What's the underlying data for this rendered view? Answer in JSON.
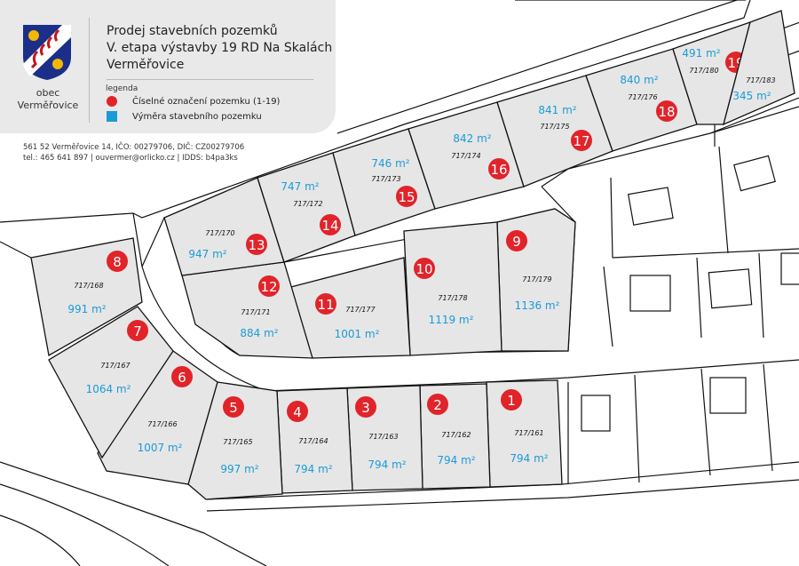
{
  "header": {
    "town_line1": "obec",
    "town_line2": "Verměřovice",
    "title_line1": "Prodej stavebních pozemků",
    "title_line2": "V. etapa výstavby 19 RD Na Skalách",
    "title_line3": "Verměřovice",
    "legend_label": "legenda",
    "legend_items": [
      {
        "label": "Číselné označení pozemku (1-19)",
        "color": "#e0242a"
      },
      {
        "label": "Výměra stavebního pozemku",
        "color": "#1a9bd7"
      }
    ],
    "contact_line1": "561 52 Verměřovice 14, IČO: 00279706, DIČ: CZ00279706",
    "contact_line2": "tel.: 465 641 897 | ouvermer@orlicko.cz  |  IDDS: b4pa3ks"
  },
  "colors": {
    "plot_fill": "#e6e6e6",
    "marker": "#e0242a",
    "area_text": "#1a9bd7"
  },
  "plots": [
    {
      "number": "1",
      "parcel": "717/161",
      "area": "794 m²"
    },
    {
      "number": "2",
      "parcel": "717/162",
      "area": "794 m²"
    },
    {
      "number": "3",
      "parcel": "717/163",
      "area": "794 m²"
    },
    {
      "number": "4",
      "parcel": "717/164",
      "area": "794 m²"
    },
    {
      "number": "5",
      "parcel": "717/165",
      "area": "997 m²"
    },
    {
      "number": "6",
      "parcel": "717/166",
      "area": "1007 m²"
    },
    {
      "number": "7",
      "parcel": "717/167",
      "area": "1064 m²"
    },
    {
      "number": "8",
      "parcel": "717/168",
      "area": "991 m²"
    },
    {
      "number": "9",
      "parcel": "717/179",
      "area": "1136 m²"
    },
    {
      "number": "10",
      "parcel": "717/178",
      "area": "1119 m²"
    },
    {
      "number": "11",
      "parcel": "717/177",
      "area": "1001 m²"
    },
    {
      "number": "12",
      "parcel": "717/171",
      "area": "884 m²"
    },
    {
      "number": "13",
      "parcel": "717/170",
      "area": "947 m²"
    },
    {
      "number": "14",
      "parcel": "717/172",
      "area": "747 m²"
    },
    {
      "number": "15",
      "parcel": "717/173",
      "area": "746 m²"
    },
    {
      "number": "16",
      "parcel": "717/174",
      "area": "842 m²"
    },
    {
      "number": "17",
      "parcel": "717/175",
      "area": "841 m²"
    },
    {
      "number": "18",
      "parcel": "717/176",
      "area": "840 m²"
    },
    {
      "number": "19",
      "parcel": "717/180",
      "area": "491 m²"
    },
    {
      "number": "",
      "parcel": "717/183",
      "area": "345 m²"
    }
  ]
}
